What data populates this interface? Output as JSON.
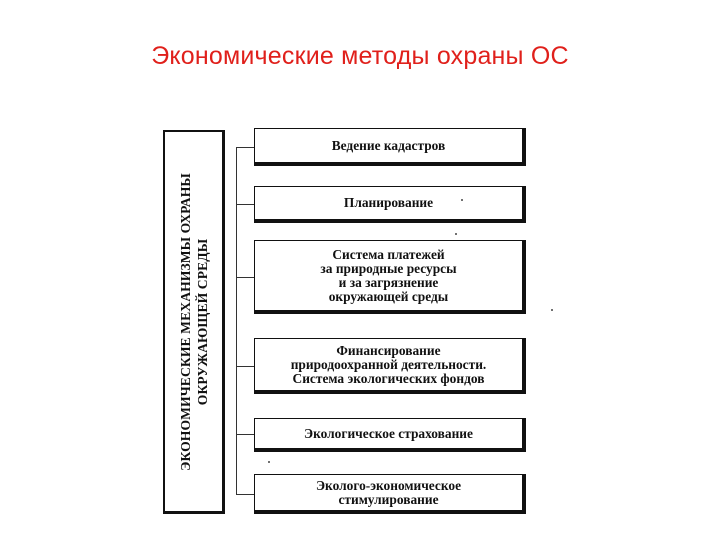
{
  "title": "Экономические методы охраны ОС",
  "diagram": {
    "side_label": "ЭКОНОМИЧЕСКИЕ МЕХАНИЗМЫ ОХРАНЫ ОКРУЖАЮЩЕЙ СРЕДЫ",
    "items": [
      "Ведение кадастров",
      "Планирование",
      "Система платежей\nза природные ресурсы\nи за загрязнение\nокружающей среды",
      "Финансирование\nприродоохранной деятельности.\nСистема экологических фондов",
      "Экологическое страхование",
      "Эколого-экономическое\nстимулирование"
    ]
  }
}
